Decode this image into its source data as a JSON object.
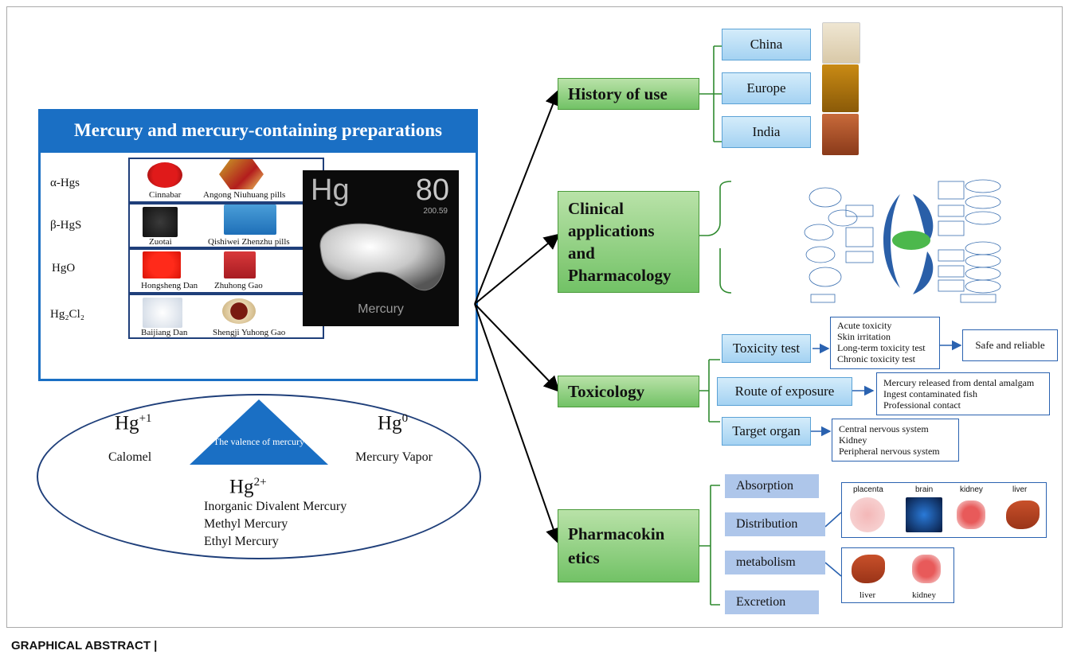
{
  "caption": "GRAPHICAL ABSTRACT |",
  "preparations": {
    "title": "Mercury and mercury-containing preparations",
    "rows": [
      {
        "label": "α-Hgs",
        "items": [
          "Cinnabar",
          "Angong Niuhuang pills"
        ]
      },
      {
        "label": "β-HgS",
        "items": [
          "Zuotai",
          "Qishiwei Zhenzhu pills"
        ]
      },
      {
        "label": "HgO",
        "items": [
          "Hongsheng Dan",
          "Zhuhong Gao"
        ]
      },
      {
        "label": "Hg₂Cl₂",
        "items": [
          "Baijiang Dan",
          "Shengji Yuhong Gao"
        ]
      }
    ],
    "element_tile": {
      "symbol": "Hg",
      "number": "80",
      "mass": "200.59",
      "name": "Mercury"
    }
  },
  "valence": {
    "center": "The valence of mercury",
    "hg_plus1": {
      "base": "Hg",
      "sup": "+1",
      "label": "Calomel"
    },
    "hg_0": {
      "base": "Hg",
      "sup": "0",
      "label": "Mercury Vapor"
    },
    "hg_2plus": {
      "base": "Hg",
      "sup": "2+",
      "labels": [
        "Inorganic Divalent Mercury",
        "Methyl Mercury",
        "Ethyl Mercury"
      ]
    }
  },
  "history": {
    "label": "History of use",
    "regions": [
      "China",
      "Europe",
      "India"
    ]
  },
  "clinical": {
    "label": "Clinical applications and Pharmacology",
    "lines": [
      "Clinical",
      "applications",
      "and",
      "Pharmacology"
    ]
  },
  "toxicology": {
    "label": "Toxicology",
    "toxicity_test": {
      "label": "Toxicity test",
      "tests": [
        "Acute toxicity",
        "Skin irritation",
        "Long-term toxicity test",
        "Chronic toxicity test"
      ],
      "result": "Safe and reliable"
    },
    "route": {
      "label": "Route of exposure",
      "items": [
        "Mercury released from dental amalgam",
        "Ingest contaminated fish",
        "Professional contact"
      ]
    },
    "target": {
      "label": "Target organ",
      "items": [
        "Central nervous system",
        "Kidney",
        "Peripheral nervous system"
      ]
    }
  },
  "pharmacokinetics": {
    "lines": [
      "Pharmacokin",
      "etics"
    ],
    "steps": [
      "Absorption",
      "Distribution",
      "metabolism",
      "Excretion"
    ],
    "distribution_organs": [
      "placenta",
      "brain",
      "kidney",
      "liver"
    ],
    "metabolism_organs": [
      "liver",
      "kidney"
    ]
  },
  "colors": {
    "blue": "#1a6fc4",
    "green": "#72c266",
    "light_blue": "#a4d2f2"
  }
}
